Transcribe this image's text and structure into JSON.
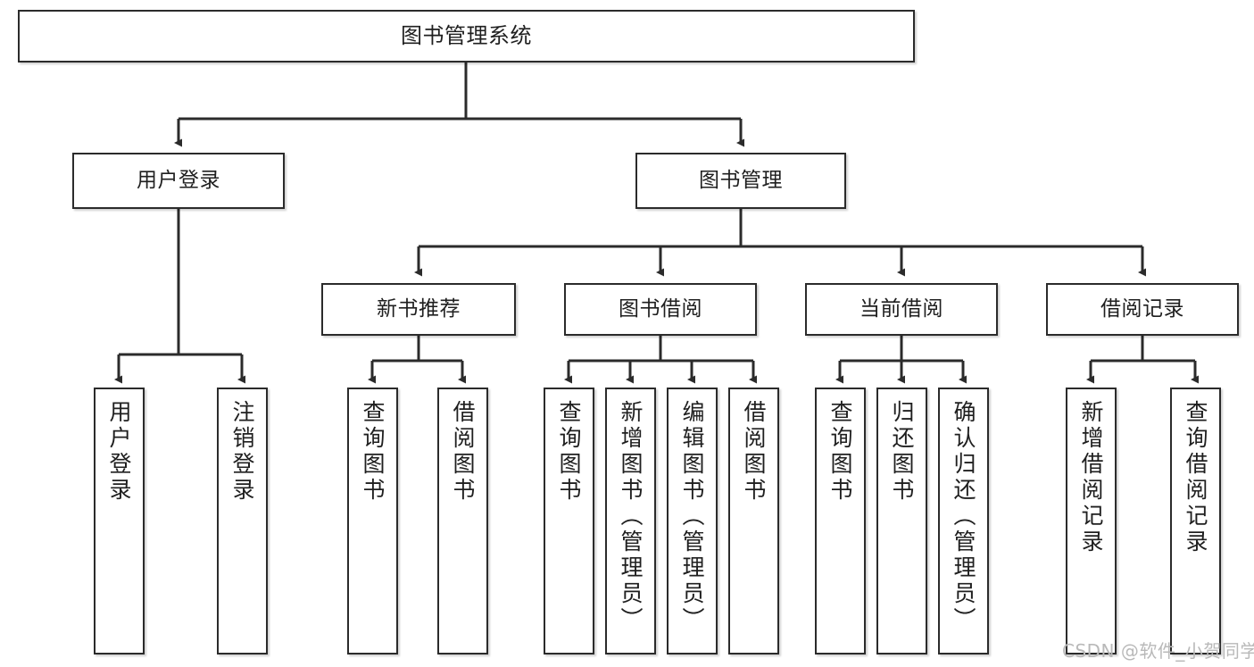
{
  "diagram": {
    "title": "图书管理系统",
    "watermark": "CSDN @软件_小贺同学",
    "colors": {
      "node_border": "#2b2b2b",
      "node_fill": "#ffffff",
      "edge": "#2b2b2b",
      "text": "#1f1f1f",
      "watermark": "#b9b9b9",
      "background": "#ffffff"
    },
    "root": {
      "label": "图书管理系统"
    },
    "level1": [
      {
        "label": "用户登录"
      },
      {
        "label": "图书管理"
      }
    ],
    "level2": [
      {
        "label": "新书推荐"
      },
      {
        "label": "图书借阅"
      },
      {
        "label": "当前借阅"
      },
      {
        "label": "借阅记录"
      }
    ],
    "leaves": {
      "user_login": [
        {
          "label": "用户登录"
        },
        {
          "label": "注销登录"
        }
      ],
      "new_book_recommend": [
        {
          "label": "查询图书"
        },
        {
          "label": "借阅图书"
        }
      ],
      "book_borrow": [
        {
          "label": "查询图书"
        },
        {
          "label": "新增图书（管理员）"
        },
        {
          "label": "编辑图书（管理员）"
        },
        {
          "label": "借阅图书"
        }
      ],
      "current_borrow": [
        {
          "label": "查询图书"
        },
        {
          "label": "归还图书"
        },
        {
          "label": "确认归还（管理员）"
        }
      ],
      "borrow_record": [
        {
          "label": "新增借阅记录"
        },
        {
          "label": "查询借阅记录"
        }
      ]
    }
  }
}
